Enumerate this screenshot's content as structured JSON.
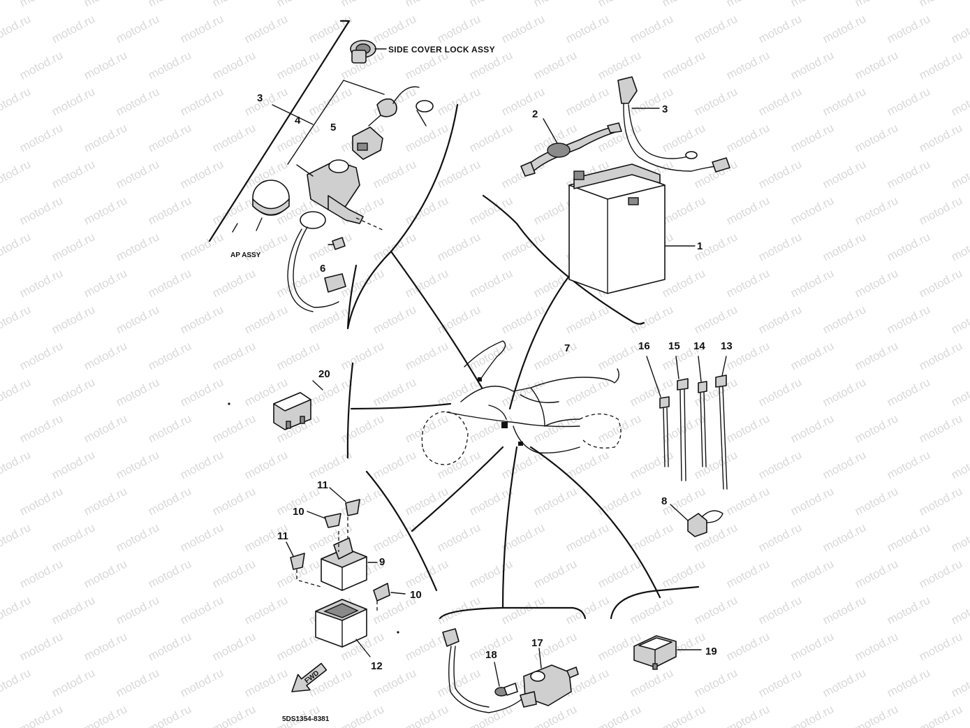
{
  "watermark": {
    "text": "motod.ru"
  },
  "captions": {
    "side_cover_lock": "SIDE COVER LOCK ASSY",
    "cap_assy": "AP ASSY",
    "drawing_code": "5DS1354-8381",
    "fwd": "FWD"
  },
  "callouts": {
    "battery": "1",
    "battery_band": "2",
    "battery_cable": "3",
    "main_switch_3": "3",
    "main_switch_4": "4",
    "main_switch_5": "5",
    "bolt_6": "6",
    "wire_harness": "7",
    "clamp_8": "8",
    "starter_relay": "9",
    "fuse_10a": "10",
    "fuse_10b": "10",
    "fuse_11a": "11",
    "fuse_11b": "11",
    "fuse_box": "12",
    "band_13": "13",
    "band_14": "14",
    "band_15": "15",
    "band_16": "16",
    "switch_17": "17",
    "bolt_18": "18",
    "relay_19": "19",
    "relay_20": "20"
  }
}
